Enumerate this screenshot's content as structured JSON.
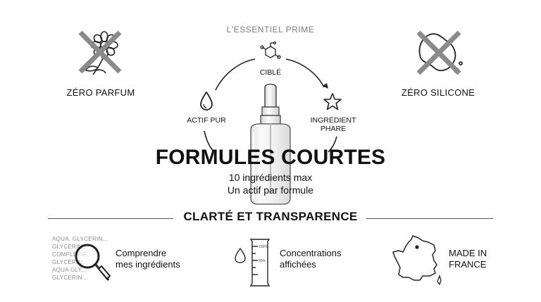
{
  "brand": "L'ESSENTIEL PRIME",
  "badges": {
    "left": "ZÉRO PARFUM",
    "right": "ZÉRO SILICONE"
  },
  "cycle": {
    "top": "CIBLÉ",
    "left": "ACTIF PUR",
    "right_line1": "INGRÉDIENT",
    "right_line2": "PHARE"
  },
  "headline": "FORMULES COURTES",
  "subline1": "10 ingrédients max",
  "subline2": "Un actif par formule",
  "section_title": "CLARTÉ ET TRANSPARENCE",
  "features": {
    "ingredients": {
      "line1": "Comprendre",
      "line2": "mes ingrédients"
    },
    "concentrations": {
      "line1": "Concentrations",
      "line2": "affichées"
    },
    "origin": {
      "line1": "MADE IN",
      "line2": "FRANCE"
    }
  },
  "ingredient_list": [
    "AQUA, GLYCERIN...",
    "GLYCERIN...",
    "COMPLEXIA...",
    "GLYCERIN...",
    "AQUA GLY...",
    "GLYCERIN..."
  ],
  "cylinder_marks": {
    "full": "100%",
    "half": "50%"
  },
  "colors": {
    "text": "#111111",
    "muted": "#7a7a7a",
    "cross": "#8a8a8a",
    "line": "#555555"
  },
  "icons": [
    "flower-icon",
    "cross-icon",
    "molecule-icon",
    "drop-icon",
    "star-icon",
    "serum-bottle-icon",
    "magnifier-icon",
    "graduated-cylinder-icon",
    "france-map-icon"
  ]
}
